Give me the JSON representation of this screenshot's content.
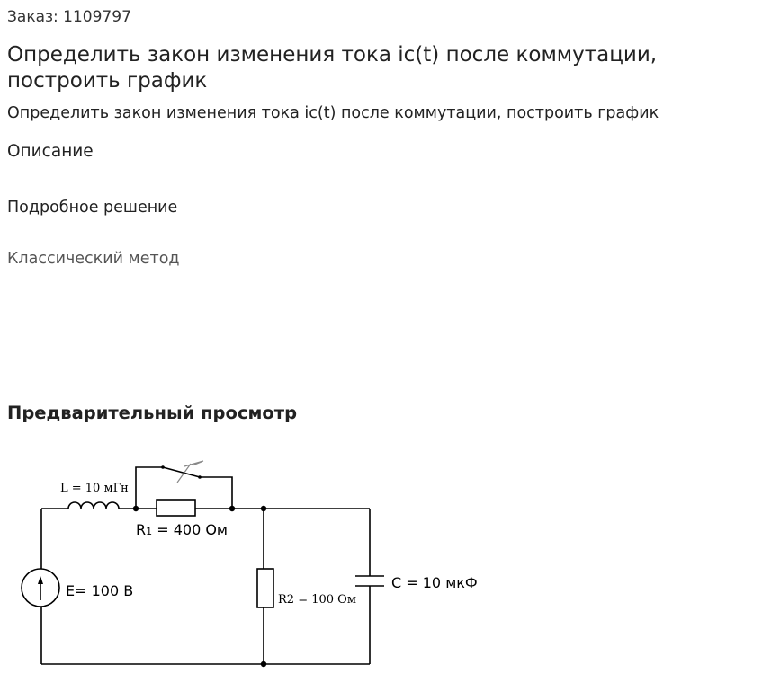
{
  "order_label": "Заказ: 1109797",
  "title": "Определить закон изменения тока ic(t) после коммутации, построить график",
  "subtitle": "Определить закон изменения тока ic(t) после коммутации, построить график",
  "description_heading": "Описание",
  "solution_heading": "Подробное решение",
  "method_text": "Классический метод",
  "preview_heading": "Предварительный просмотр",
  "circuit": {
    "inductor_label": "L = 10 мГн",
    "r1_label_main": "R",
    "r1_label_sub": "1",
    "r1_label_rest": " = 400 Ом",
    "r2_label": "R2 = 100 Ом",
    "capacitor_label": "C = 10 мкФ",
    "source_label": "E= 100 В"
  }
}
